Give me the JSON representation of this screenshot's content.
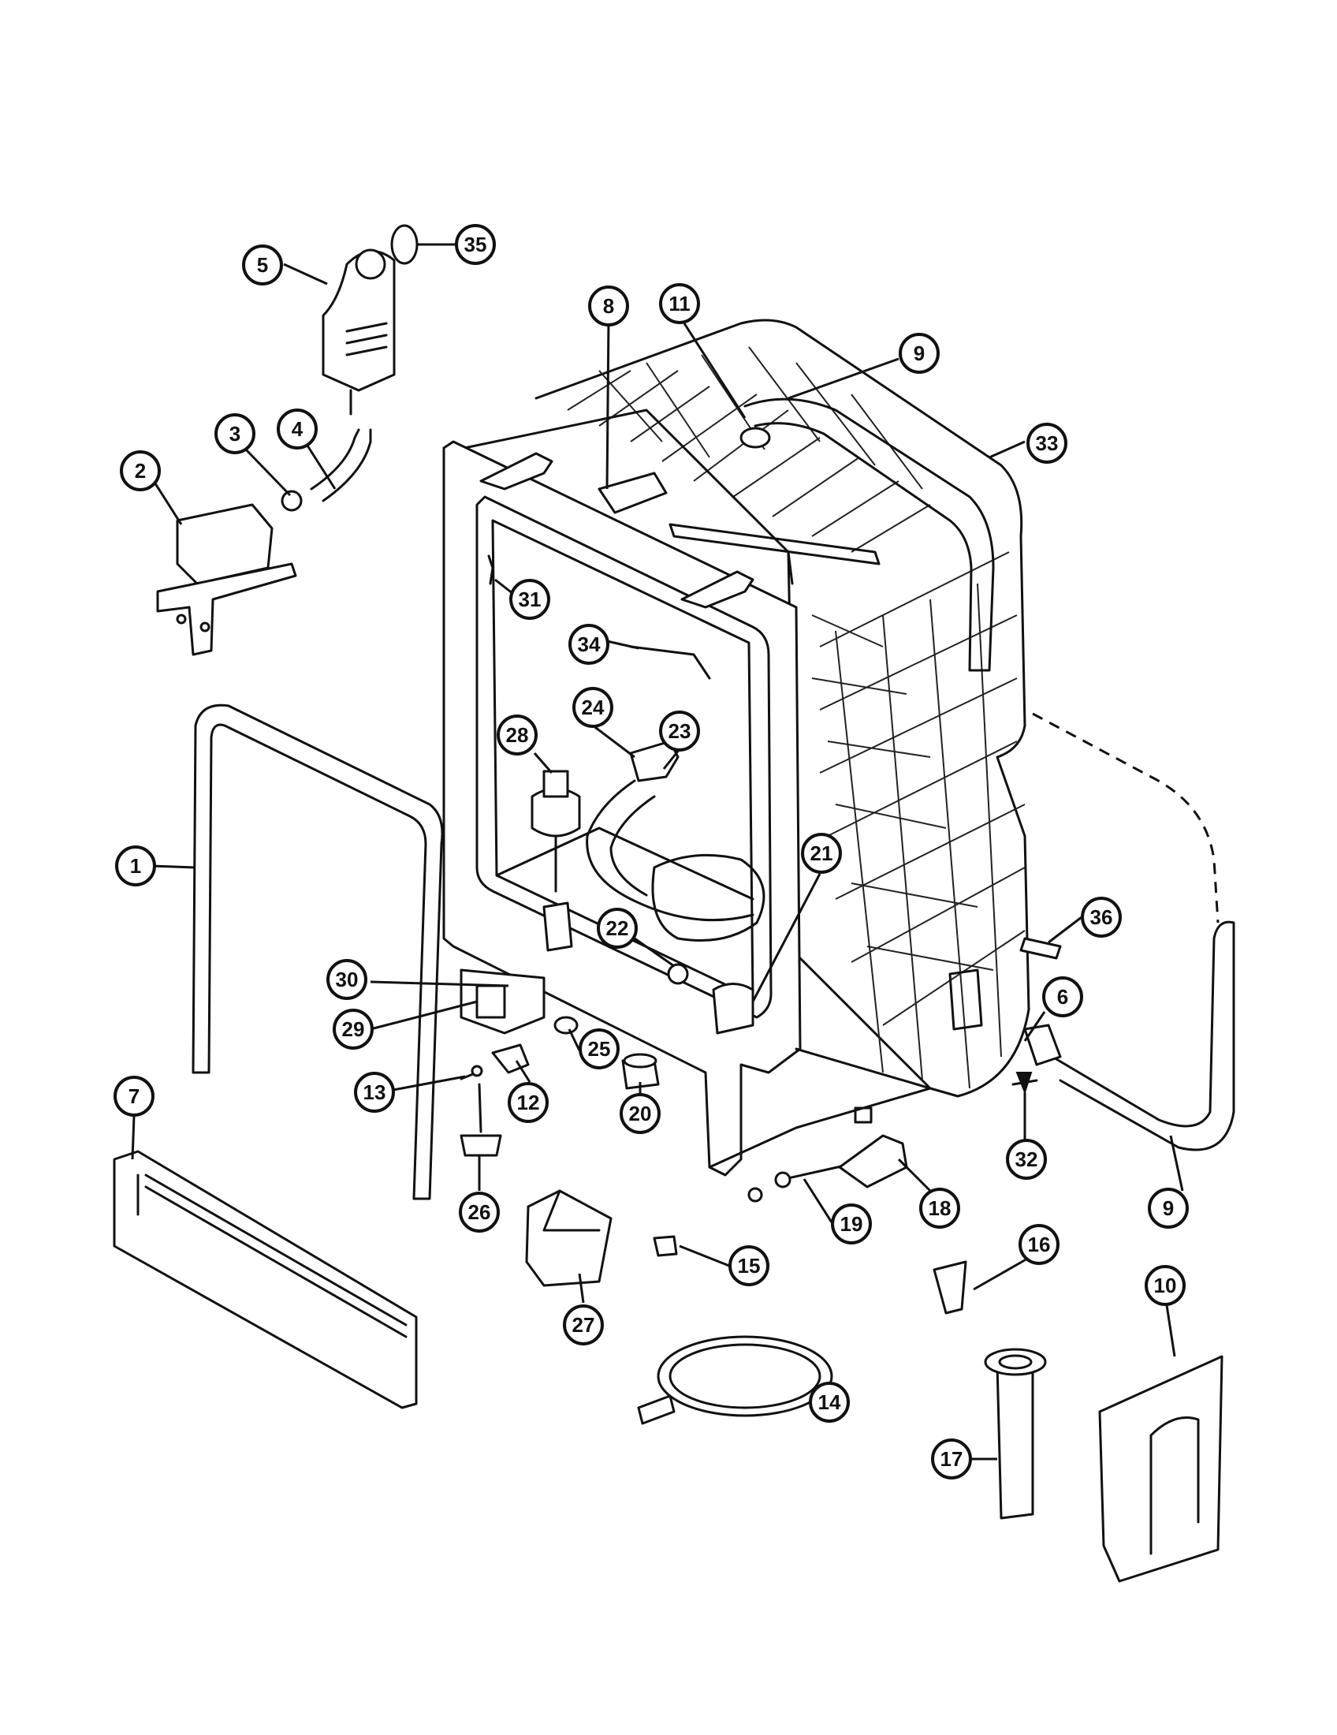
{
  "callouts": [
    {
      "id": "c1",
      "label": "1"
    },
    {
      "id": "c2",
      "label": "2"
    },
    {
      "id": "c3",
      "label": "3"
    },
    {
      "id": "c4",
      "label": "4"
    },
    {
      "id": "c5",
      "label": "5"
    },
    {
      "id": "c6",
      "label": "6"
    },
    {
      "id": "c7",
      "label": "7"
    },
    {
      "id": "c8",
      "label": "8"
    },
    {
      "id": "c9a",
      "label": "9"
    },
    {
      "id": "c9b",
      "label": "9"
    },
    {
      "id": "c10",
      "label": "10"
    },
    {
      "id": "c11",
      "label": "11"
    },
    {
      "id": "c12",
      "label": "12"
    },
    {
      "id": "c13",
      "label": "13"
    },
    {
      "id": "c14",
      "label": "14"
    },
    {
      "id": "c15",
      "label": "15"
    },
    {
      "id": "c16",
      "label": "16"
    },
    {
      "id": "c17",
      "label": "17"
    },
    {
      "id": "c18",
      "label": "18"
    },
    {
      "id": "c19",
      "label": "19"
    },
    {
      "id": "c20",
      "label": "20"
    },
    {
      "id": "c21",
      "label": "21"
    },
    {
      "id": "c22",
      "label": "22"
    },
    {
      "id": "c23",
      "label": "23"
    },
    {
      "id": "c24",
      "label": "24"
    },
    {
      "id": "c25",
      "label": "25"
    },
    {
      "id": "c26",
      "label": "26"
    },
    {
      "id": "c27",
      "label": "27"
    },
    {
      "id": "c28",
      "label": "28"
    },
    {
      "id": "c29",
      "label": "29"
    },
    {
      "id": "c30",
      "label": "30"
    },
    {
      "id": "c31",
      "label": "31"
    },
    {
      "id": "c32",
      "label": "32"
    },
    {
      "id": "c33",
      "label": "33"
    },
    {
      "id": "c34",
      "label": "34"
    },
    {
      "id": "c35",
      "label": "35"
    },
    {
      "id": "c36",
      "label": "36"
    }
  ]
}
